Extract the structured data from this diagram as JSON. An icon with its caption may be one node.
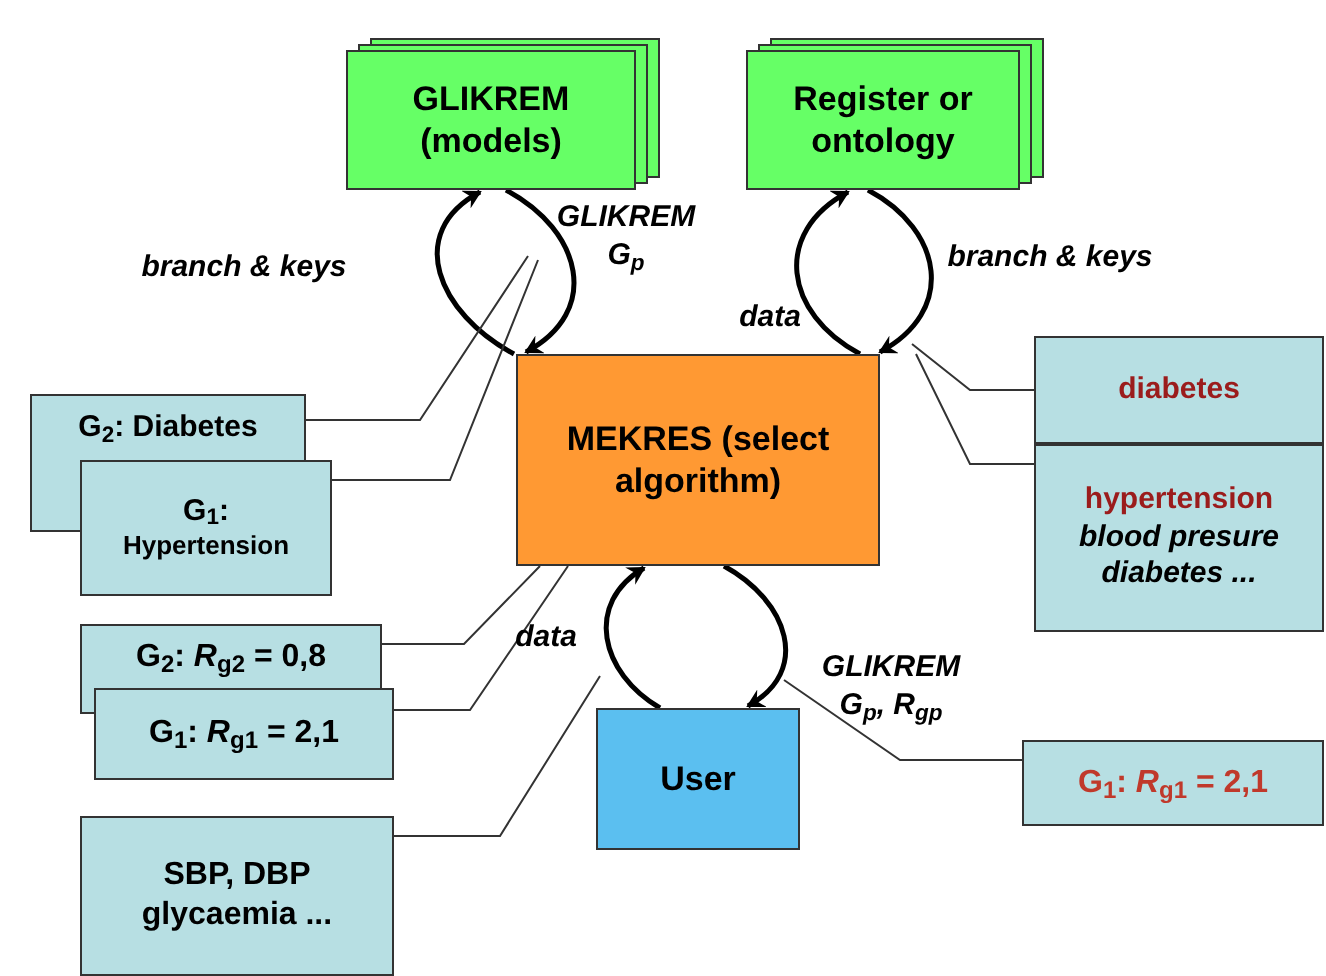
{
  "diagram": {
    "nodes": [
      {
        "text": [
          "GLIKREM (models)"
        ]
      },
      {
        "text": [
          "Register or ontology"
        ]
      },
      {
        "text": [
          "MEKRES (select algorithm)"
        ]
      },
      {
        "text": [
          "User"
        ]
      },
      {
        "text": [
          "G$_{2}$: Diabetes"
        ]
      },
      {
        "text": [
          "G$_{1}$:",
          "Hypertension"
        ]
      },
      {
        "text": [
          "G$_{2}$: *R*$_{g2}$ = 0,8"
        ]
      },
      {
        "text": [
          "G$_{1}$: *R*$_{g1}$ = 2,1"
        ]
      },
      {
        "text": [
          "SBP, DBP glycaemia ..."
        ]
      },
      {
        "text": [
          "diabetes"
        ]
      },
      {
        "text": [
          "hypertension",
          "blood presure diabetes ..."
        ]
      },
      {
        "text": [
          "G$_{1}$: *R*$_{g1}$ = 2,1"
        ]
      }
    ],
    "edges": [
      {
        "from": 2,
        "to": 0,
        "arrow": "to",
        "label": "branch & keys",
        "style": "thick"
      },
      {
        "from": 0,
        "to": 2,
        "arrow": "to",
        "label": "GLIKREM G$_{p}$",
        "style": "thick"
      },
      {
        "from": 2,
        "to": 1,
        "arrow": "to",
        "label": "data",
        "style": "thick"
      },
      {
        "from": 1,
        "to": 2,
        "arrow": "to",
        "label": "branch & keys",
        "style": "thick"
      },
      {
        "from": 3,
        "to": 2,
        "arrow": "to",
        "label": "data",
        "style": "thick"
      },
      {
        "from": 2,
        "to": 3,
        "arrow": "to",
        "label": "GLIKREM G$_{p}$, R$_{gp}$",
        "style": "thick"
      },
      {
        "from": 4,
        "to": null,
        "arrow": "none"
      },
      {
        "from": 5,
        "to": null,
        "arrow": "none"
      },
      {
        "from": 6,
        "to": 2,
        "arrow": "none"
      },
      {
        "from": 7,
        "to": 2,
        "arrow": "none"
      },
      {
        "from": 8,
        "to": null,
        "arrow": "none"
      },
      {
        "from": 9,
        "to": null,
        "arrow": "none"
      },
      {
        "from": 10,
        "to": null,
        "arrow": "none"
      },
      {
        "from": 11,
        "to": null,
        "arrow": "none"
      }
    ]
  }
}
